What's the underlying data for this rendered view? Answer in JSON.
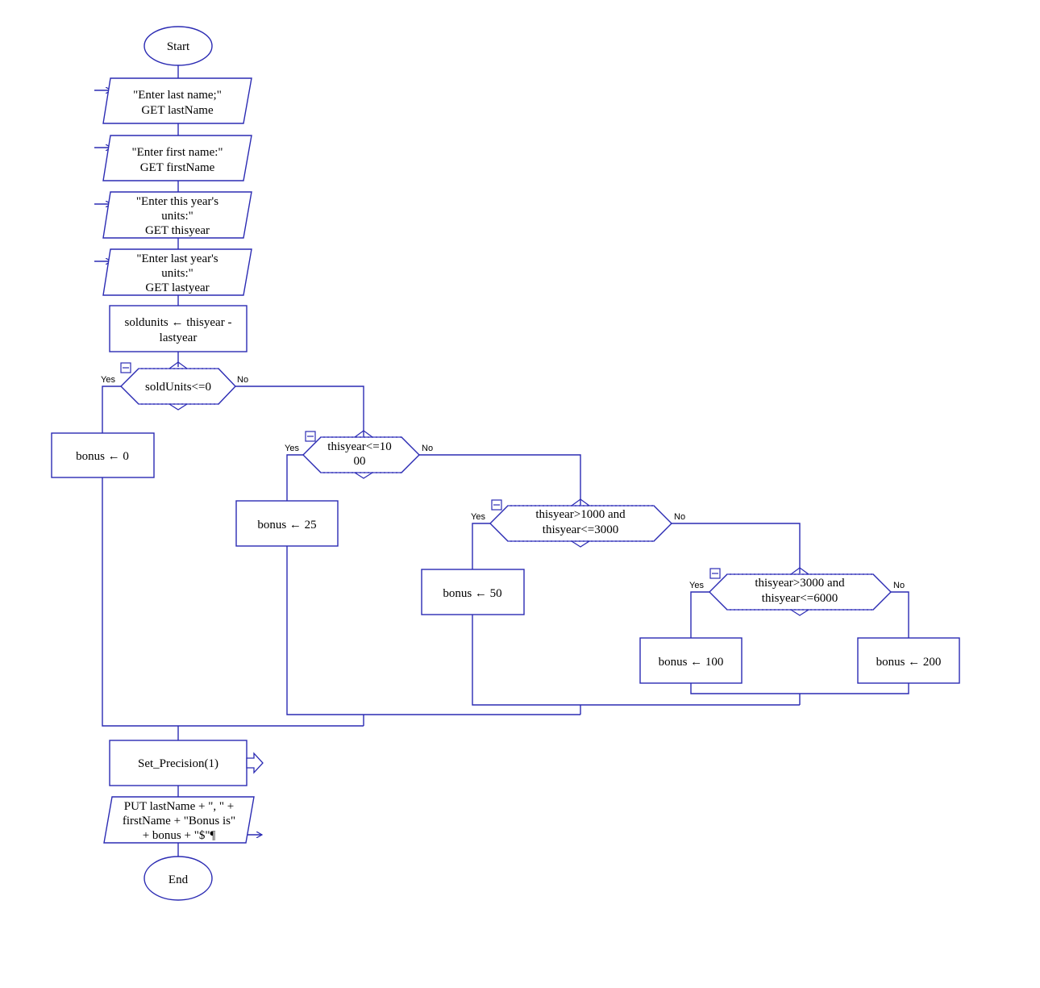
{
  "colors": {
    "stroke": "#2b2bb3",
    "dotted": "#6a6ad6",
    "background": "#ffffff",
    "text": "#000000"
  },
  "terminals": {
    "start": "Start",
    "end": "End"
  },
  "inputs": {
    "last_name": [
      "\"Enter last name;\"",
      "GET lastName"
    ],
    "first_name": [
      "\"Enter first name:\"",
      "GET firstName"
    ],
    "this_year": [
      "\"Enter this year's",
      "units:\"",
      "GET thisyear"
    ],
    "last_year": [
      "\"Enter last year's",
      "units:\"",
      "GET lastyear"
    ]
  },
  "assign_sold": [
    "soldunits ← thisyear -",
    "lastyear"
  ],
  "decisions": {
    "d1": [
      "soldUnits<=0"
    ],
    "d2": [
      "thisyear<=10",
      "00"
    ],
    "d3": [
      "thisyear>1000 and",
      "thisyear<=3000"
    ],
    "d4": [
      "thisyear>3000 and",
      "thisyear<=6000"
    ]
  },
  "branch_labels": {
    "yes": "Yes",
    "no": "No"
  },
  "bonus": {
    "b0": "bonus ← 0",
    "b25": "bonus ← 25",
    "b50": "bonus ← 50",
    "b100": "bonus ← 100",
    "b200": "bonus ← 200"
  },
  "call": "Set_Precision(1)",
  "output": [
    "PUT lastName + \", \" +",
    "firstName + \"Bonus is\"",
    "+ bonus + \"$\"¶"
  ]
}
